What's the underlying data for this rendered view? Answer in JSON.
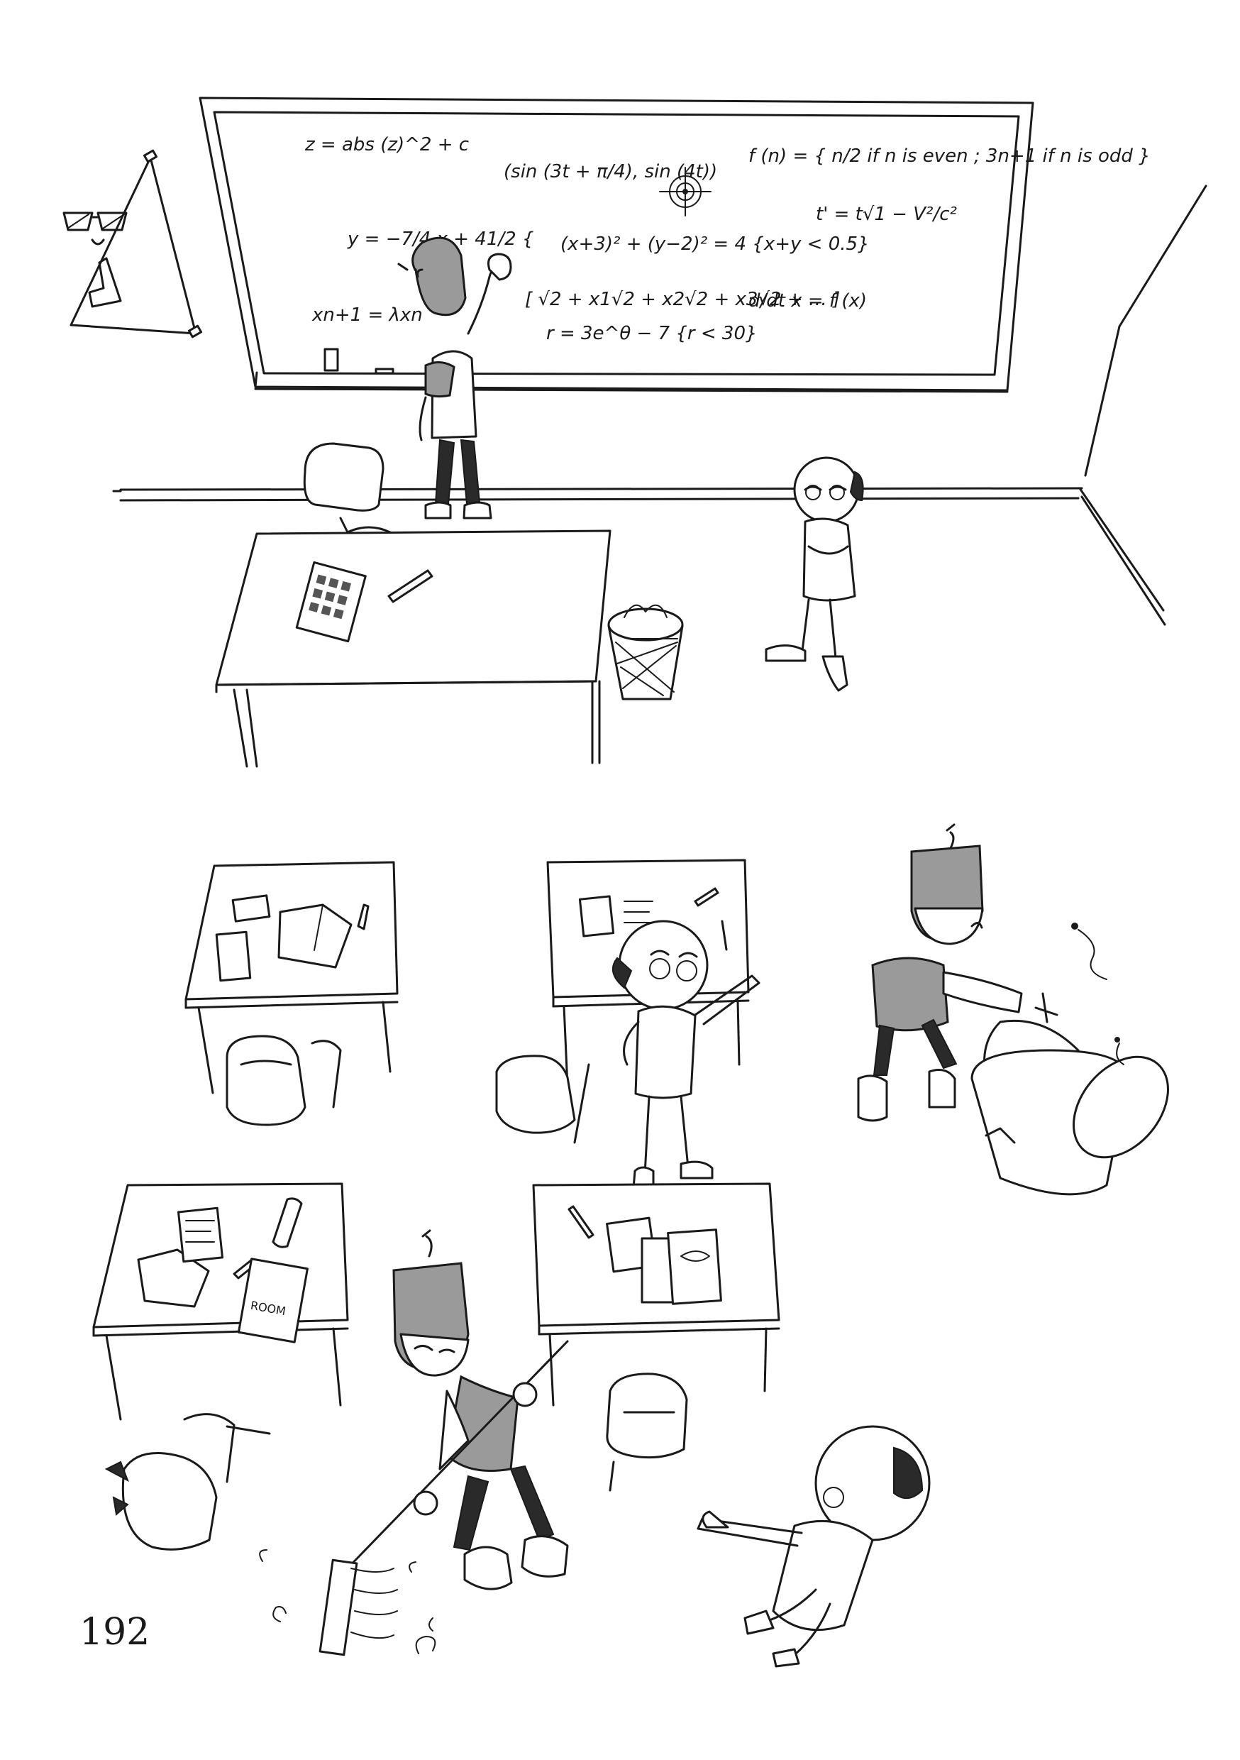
{
  "page": {
    "number": "192"
  },
  "blackboard": {
    "equations": [
      "z = abs (z)^2 + c",
      "(sin (3t + π/4), sin (4t))",
      "f (n) = { n/2 if n is even ; 3n+1 if n is odd }",
      "t' = t√1 − V²/c²",
      "y = −7/4 x + 41/2 {",
      "(x+3)² + (y−2)² = 4 {x+y < 0.5}",
      "xn+1 = λxn",
      "[ √2 + x1√2 + x2√2 + x3√2 + … ]",
      "d/dt x = f (x)",
      "r = 3e^θ − 7 {r < 30}"
    ]
  },
  "desk_sheet": {
    "lettering": "ROOM"
  },
  "colors": {
    "ink": "#1a1a1a",
    "paper": "#ffffff",
    "grey_fill": "#9a9a9a"
  }
}
